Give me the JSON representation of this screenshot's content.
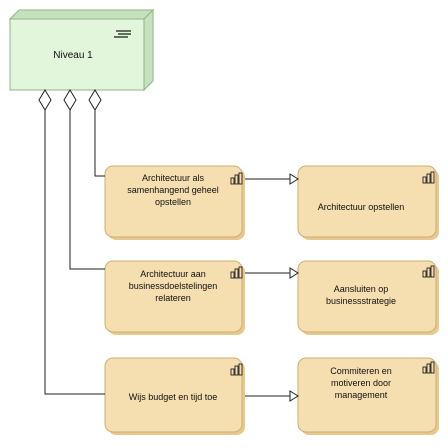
{
  "colors": {
    "root_fill": "#e2f6dc",
    "root_shade": "#c5e2bd",
    "root_stroke": "#8fb489",
    "node_fill": "#f5deb0",
    "node_shade": "#e7c98e",
    "node_stroke": "#cfae72",
    "connector": "#222222"
  },
  "icons": {
    "root": "value-stream-icon",
    "node": "process-icon"
  },
  "root": {
    "label": "Niveau 1"
  },
  "nodes": {
    "a1": {
      "lines": [
        "Architectuur als",
        "samenhangend geheel",
        "opstellen"
      ]
    },
    "a2": {
      "lines": [
        "Architectuur aan",
        "businessdoelstelingen",
        "relateren"
      ]
    },
    "a3": {
      "lines": [
        "Wijs budget en tijd toe"
      ]
    },
    "b1": {
      "lines": [
        "Architectuur opstellen"
      ]
    },
    "b2": {
      "lines": [
        "Aansluiten op",
        "businessstrategie"
      ]
    },
    "b3": {
      "lines": [
        "Commiteren en",
        "motiveren door",
        "management"
      ]
    }
  }
}
